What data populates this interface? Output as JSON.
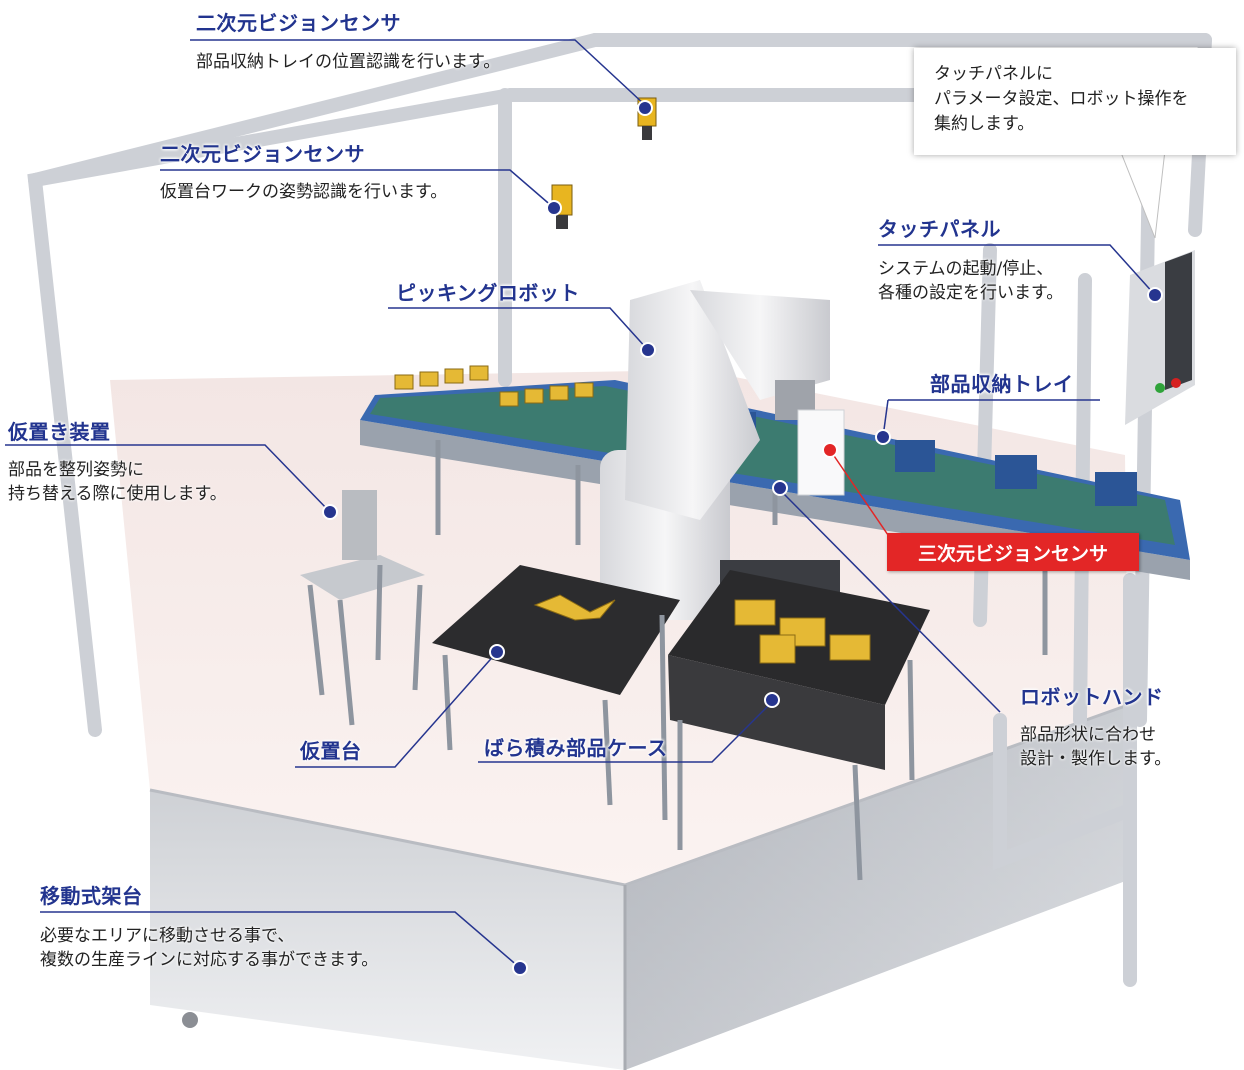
{
  "callouts": {
    "vision2d_top": {
      "title": "二次元ビジョンセンサ",
      "desc": "部品収納トレイの位置認識を行います。"
    },
    "vision2d_mid": {
      "title": "二次元ビジョンセンサ",
      "desc": "仮置台ワークの姿勢認識を行います。"
    },
    "robot": {
      "title": "ピッキングロボット"
    },
    "touch_panel": {
      "title": "タッチパネル",
      "desc": "システムの起動/停止、\n各種の設定を行います。"
    },
    "tray": {
      "title": "部品収納トレイ"
    },
    "temp_device": {
      "title": "仮置き装置",
      "desc": "部品を整列姿勢に\n持ち替える際に使用します。"
    },
    "vision3d": {
      "title": "三次元ビジョンセンサ"
    },
    "robot_hand": {
      "title": "ロボットハンド",
      "desc": "部品形状に合わせ\n設計・製作します。"
    },
    "temp_table": {
      "title": "仮置台"
    },
    "bulk_case": {
      "title": "ばら積み部品ケース"
    },
    "mobile_frame": {
      "title": "移動式架台",
      "desc": "必要なエリアに移動させる事で、\n複数の生産ラインに対応する事ができます。"
    }
  },
  "bubble": {
    "text": "タッチパネルに\nパラメータ設定、ロボット操作を\n集約します。"
  },
  "colors": {
    "title": "#22348f",
    "dot": "#26358f",
    "accent": "#e32626",
    "frame": "#c9ccd3",
    "conveyor": "#3a69b0",
    "belt_green": "#3e8a3c"
  }
}
